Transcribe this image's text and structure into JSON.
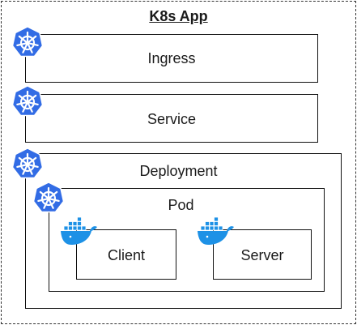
{
  "title": "K8s App",
  "layers": {
    "ingress": "Ingress",
    "service": "Service",
    "deployment": "Deployment",
    "pod": "Pod"
  },
  "containers": {
    "client": "Client",
    "server": "Server"
  },
  "icons": {
    "kubernetes": "kubernetes-icon",
    "docker": "docker-icon"
  },
  "colors": {
    "kubernetes_blue": "#326CE5",
    "docker_blue": "#1D91E6"
  }
}
